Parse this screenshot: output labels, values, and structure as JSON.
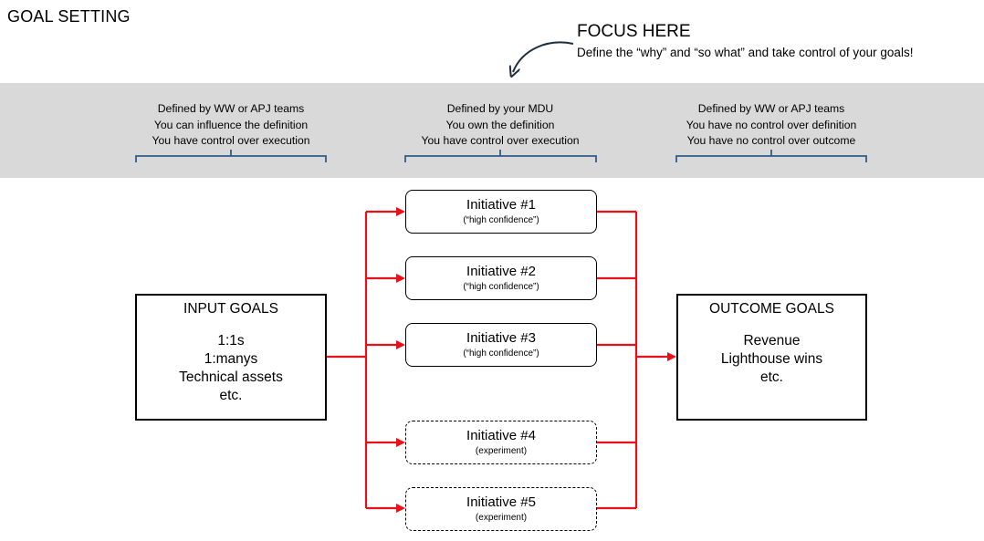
{
  "page_title": "GOAL SETTING",
  "focus": {
    "title": "FOCUS HERE",
    "subtitle": "Define the “why” and “so what” and take control of your goals!"
  },
  "band": {
    "left": [
      "Defined by WW or APJ teams",
      "You can influence the definition",
      "You have control over execution"
    ],
    "middle": [
      "Defined by your MDU",
      "You own the definition",
      "You have control over execution"
    ],
    "right": [
      "Defined by WW or APJ teams",
      "You have no control over definition",
      "You have no control over outcome"
    ]
  },
  "input_goals": {
    "title": "INPUT GOALS",
    "items": [
      "1:1s",
      "1:manys",
      "Technical assets",
      "etc."
    ]
  },
  "outcome_goals": {
    "title": "OUTCOME GOALS",
    "items": [
      "Revenue",
      "Lighthouse wins",
      "etc."
    ]
  },
  "initiatives": [
    {
      "title": "Initiative #1",
      "subtitle": "(“high confidence”)",
      "style": "solid"
    },
    {
      "title": "Initiative #2",
      "subtitle": "(“high confidence”)",
      "style": "solid"
    },
    {
      "title": "Initiative #3",
      "subtitle": "(“high confidence”)",
      "style": "solid"
    },
    {
      "title": "Initiative #4",
      "subtitle": "(experiment)",
      "style": "dashed"
    },
    {
      "title": "Initiative #5",
      "subtitle": "(experiment)",
      "style": "dashed"
    }
  ],
  "colors": {
    "arrow": "#e8101a",
    "bracket": "#2e5d8a",
    "band": "#d9d9d9",
    "pointer_arrow": "#1f2d3d"
  }
}
